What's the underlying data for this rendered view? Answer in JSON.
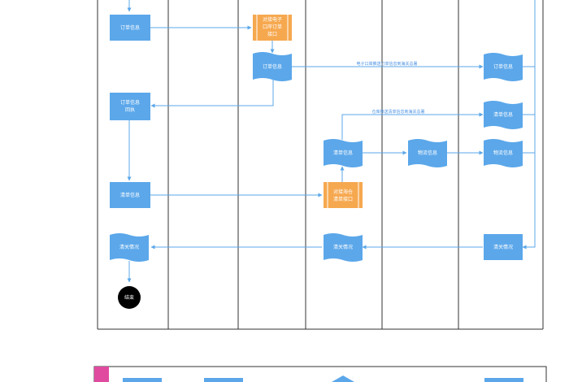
{
  "colors": {
    "node_blue": "#5ba7ea",
    "node_orange": "#f6a84f",
    "connector": "#5ba7ea",
    "lane_line": "#333333",
    "end_fill": "#000000",
    "legend_accent": "#e04ba0"
  },
  "nodes": {
    "order_info_1": "订单信息",
    "push_interface": "对接电子口岸订单接口",
    "order_info_2": "订单信息",
    "order_info_3": "订单信息",
    "order_receipt": "订单信息回执",
    "manifest_info_1": "清单信息",
    "customs_info_1": "物流信息",
    "customs_info_2": "物流信息",
    "manifest_info_2": "清单信息",
    "manifest_info_3": "清单信息",
    "manifest_interface": "对接海仓清单接口",
    "clearance_1": "清关情况",
    "clearance_2": "清关情况",
    "clearance_3": "清关情况",
    "end": "结束"
  },
  "edges": {
    "label_1": "电子口岸推送订单信息到海关总署",
    "label_2": "仓库推送清单信息到海关总署"
  }
}
